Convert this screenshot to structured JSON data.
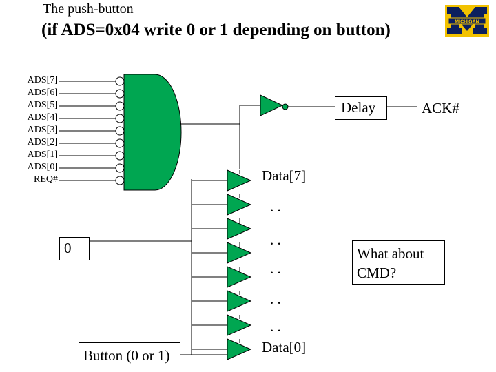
{
  "header": {
    "subtitle": "The push-button",
    "title": "(if ADS=0x04 write 0 or 1 depending on button)",
    "logo_text": "MICHIGAN",
    "logo_colors": {
      "navy": "#0b1f5e",
      "maize": "#f2c200"
    }
  },
  "inputs": [
    "ADS[7]",
    "ADS[6]",
    "ADS[5]",
    "ADS[4]",
    "ADS[3]",
    "ADS[2]",
    "ADS[1]",
    "ADS[0]",
    "REQ#"
  ],
  "labels": {
    "delay": "Delay",
    "ack": "ACK#",
    "data7": "Data[7]",
    "data0": "Data[0]",
    "dots": ". .",
    "zero": "0",
    "button": "Button (0 or 1)",
    "question": "What about CMD?"
  },
  "colors": {
    "gate_fill": "#00a651",
    "wire": "#000000"
  }
}
